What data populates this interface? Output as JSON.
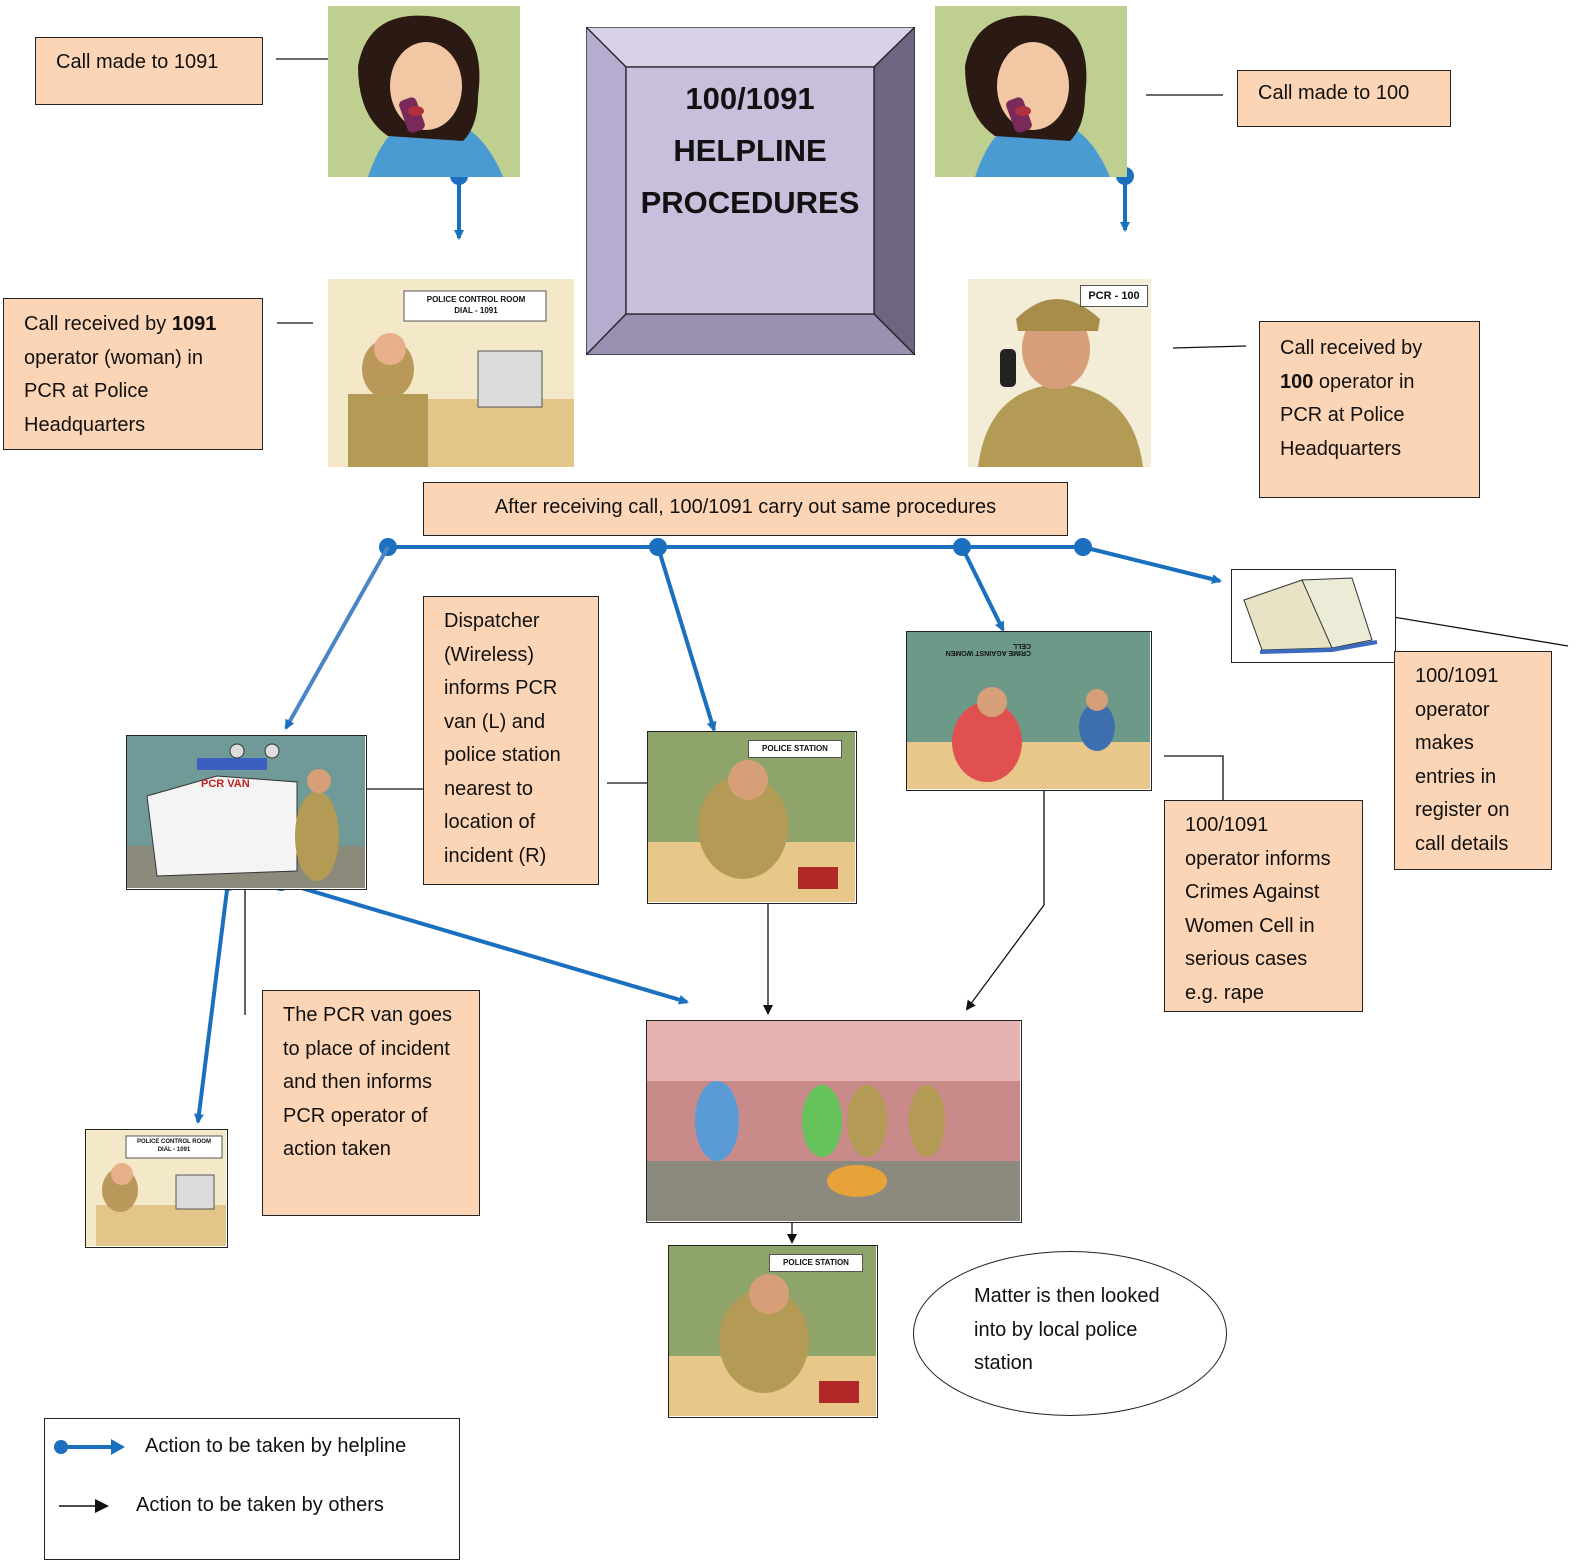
{
  "title": {
    "line1": "100/1091",
    "line2": "HELPLINE",
    "line3": "PROCEDURES"
  },
  "boxes": {
    "call_1091": "Call made to 1091",
    "call_100": "Call made to 100",
    "received_1091": {
      "pre": "Call received by ",
      "bold": "1091",
      "post": " operator (woman) in PCR at Police Headquarters"
    },
    "received_100": {
      "pre": "Call received by ",
      "bold": "100",
      "post": " operator in PCR at Police Headquarters"
    },
    "same_procedures": "After receiving call, 100/1091 carry out same procedures",
    "dispatcher": "Dispatcher (Wireless) informs PCR van (L) and police station nearest to location of incident  (R)",
    "register": "100/1091 operator makes entries in register on call details",
    "cell": "100/1091 operator informs Crimes Against Women Cell in serious cases e.g. rape",
    "pcr_van": "The PCR van goes to place of incident and then informs PCR operator of action taken",
    "local_ps": "Matter is then looked into by local police station"
  },
  "signs": {
    "control_room": "POLICE CONTROL ROOM\nDIAL - 1091",
    "control_room_small": "POLICE CONTROL ROOM\nDIAL - 1091",
    "pcr_100": "PCR - 100",
    "police_station": "POLICE STATION",
    "police_station_2": "POLICE STATION",
    "pcr_van": "PCR VAN",
    "women_cell": "CRIME AGAINST WOMEN CELL"
  },
  "legend": {
    "helpline": "Action to be taken by helpline",
    "others": "Action to be taken by others"
  },
  "colors": {
    "box_fill": "#fbd5b5",
    "blue_arrow": "#1a6fbf",
    "title_fill": "#c9bfdc"
  },
  "icons": [
    "woman-caller-icon",
    "police-operator-icon",
    "pcr-van-icon",
    "police-station-icon",
    "women-cell-icon",
    "register-book-icon",
    "incident-scene-icon"
  ]
}
